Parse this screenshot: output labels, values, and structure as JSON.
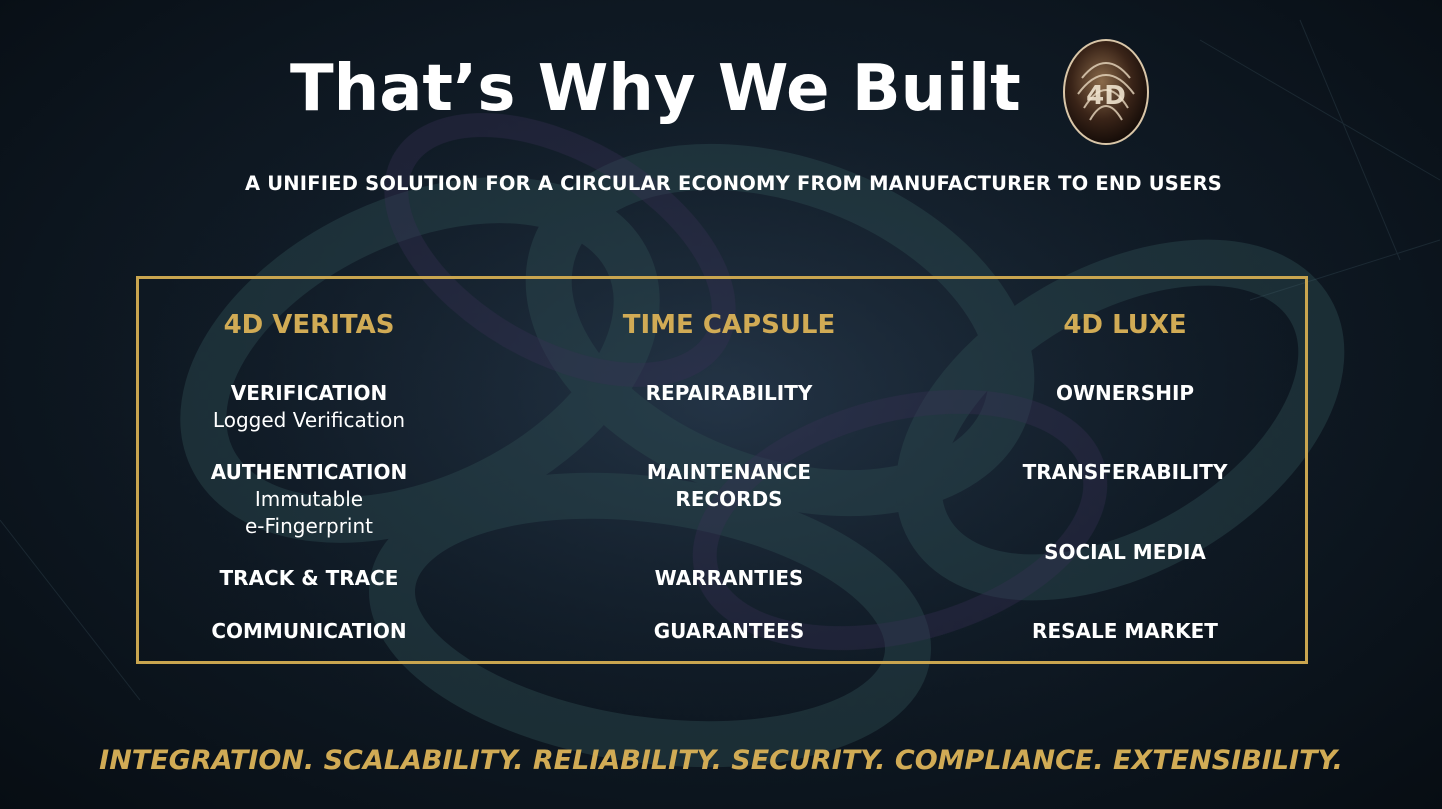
{
  "slide": {
    "title": "That’s Why We Built",
    "subtitle": "A UNIFIED SOLUTION FOR A CIRCULAR ECONOMY FROM MANUFACTURER TO END USERS",
    "logo_icon": "fingerprint-4d-logo-icon",
    "accent_color": "#c9a54f",
    "columns": [
      {
        "title": "4D VERITAS",
        "items": [
          {
            "label": "VERIFICATION",
            "detail": "Logged Verification"
          },
          {
            "label": "AUTHENTICATION",
            "detail": "Immutable\ne-Fingerprint"
          },
          {
            "label": "TRACK & TRACE"
          },
          {
            "label": "COMMUNICATION"
          }
        ]
      },
      {
        "title": "TIME CAPSULE",
        "items": [
          {
            "label": "REPAIRABILITY"
          },
          {
            "label": "MAINTENANCE\nRECORDS"
          },
          {
            "label": "WARRANTIES"
          },
          {
            "label": "GUARANTEES"
          }
        ]
      },
      {
        "title": "4D LUXE",
        "items": [
          {
            "label": "OWNERSHIP"
          },
          {
            "label": "TRANSFERABILITY"
          },
          {
            "label": "SOCIAL MEDIA"
          },
          {
            "label": "RESALE MARKET"
          }
        ]
      }
    ],
    "footer": "INTEGRATION. SCALABILITY. RELIABILITY. SECURITY.  COMPLIANCE. EXTENSIBILITY."
  }
}
